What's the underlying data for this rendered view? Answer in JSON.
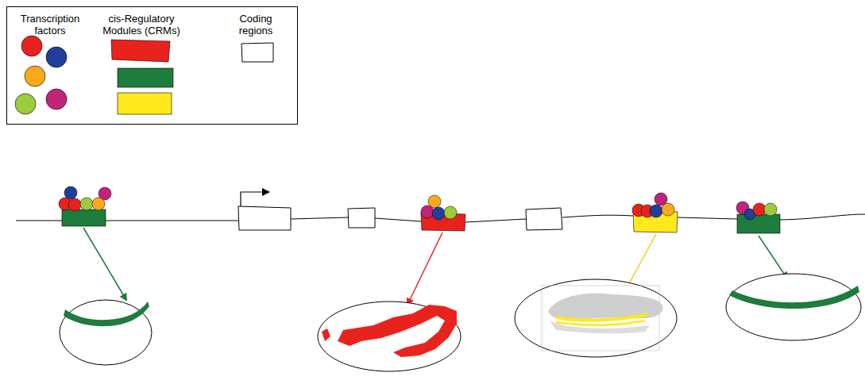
{
  "diagram": {
    "legend": [
      {
        "text": "Transcription factors"
      },
      {
        "text": "cis-Regulatory Modules (CRMs)"
      },
      {
        "text": "Coding regions"
      }
    ]
  }
}
